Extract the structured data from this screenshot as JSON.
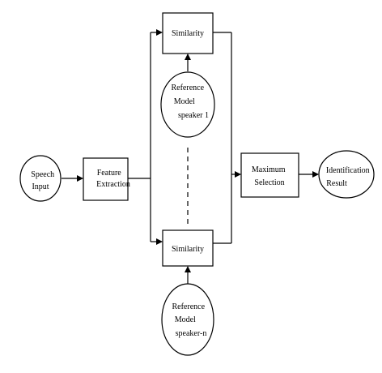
{
  "nodes": {
    "speech_input": [
      "Speech",
      "Input"
    ],
    "feature_extraction": [
      "Feature",
      "Extraction"
    ],
    "similarity_top": [
      "Similarity"
    ],
    "reference_model_1": [
      "Reference",
      "Model",
      "speaker 1"
    ],
    "similarity_bottom": [
      "Similarity"
    ],
    "reference_model_n": [
      "Reference",
      "Model",
      "speaker-n"
    ],
    "maximum_selection": [
      "Maximum",
      "Selection"
    ],
    "identification_result": [
      "Identification",
      "Result"
    ]
  },
  "colors": {
    "stroke": "#000000",
    "background": "#ffffff"
  }
}
